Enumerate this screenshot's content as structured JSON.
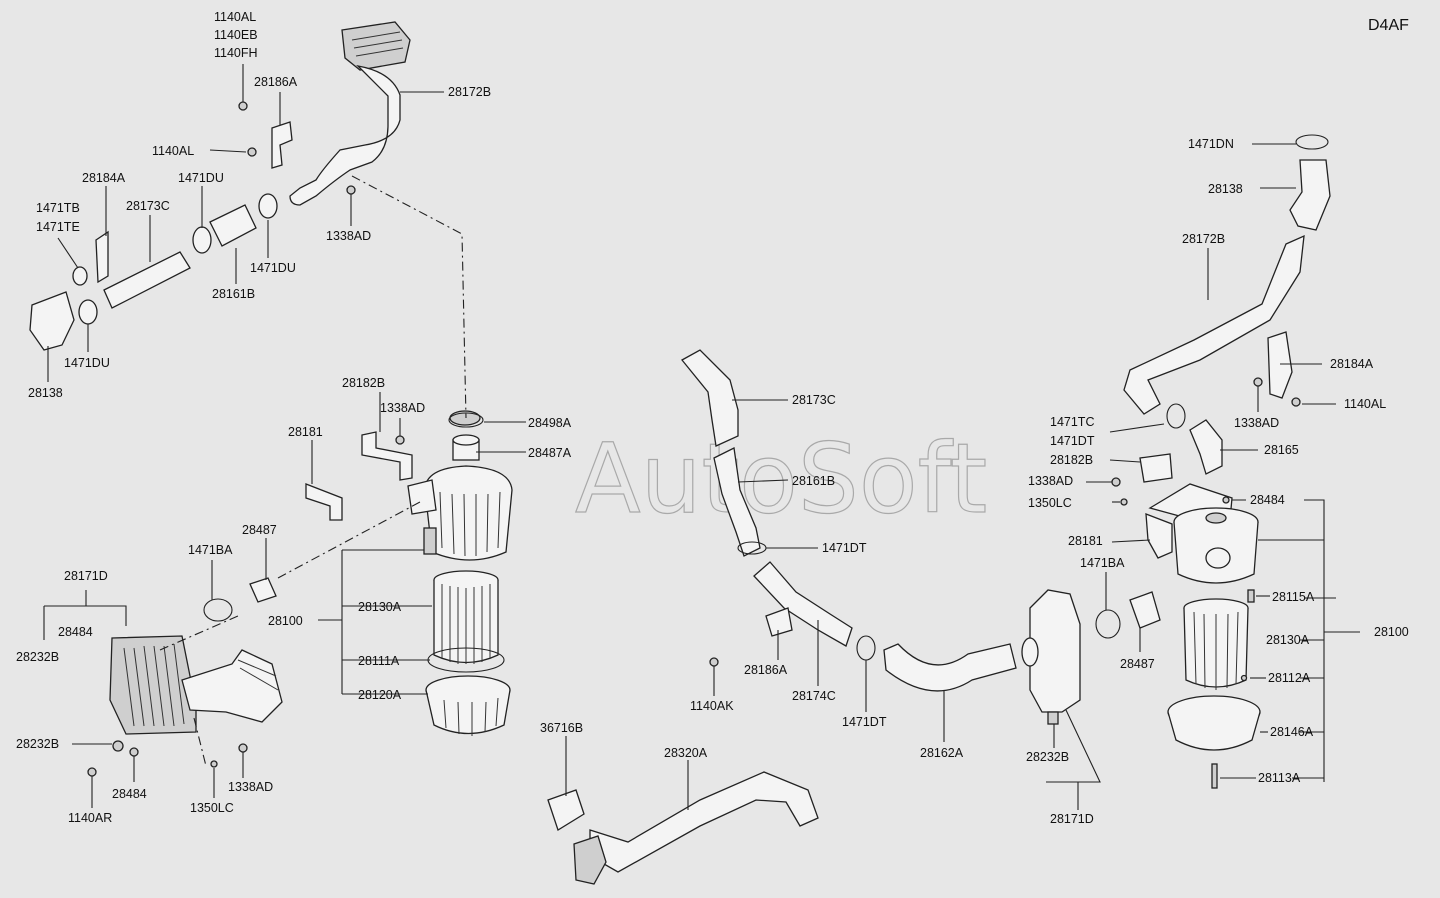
{
  "diagram": {
    "code": "D4AF",
    "watermark": "AutoSoft",
    "labels": {
      "p1140AL_a": "1140AL",
      "p1140EB": "1140EB",
      "p1140FH": "1140FH",
      "p28186A_a": "28186A",
      "p28172B_a": "28172B",
      "p1140AL_b": "1140AL",
      "p28184A_a": "28184A",
      "p1471DU_a": "1471DU",
      "p1471TB": "1471TB",
      "p1471TE": "1471TE",
      "p28173C_a": "28173C",
      "p1338AD_a": "1338AD",
      "p1471DU_b": "1471DU",
      "p28161B_a": "28161B",
      "p1471DU_c": "1471DU",
      "p28138_a": "28138",
      "p28182B_a": "28182B",
      "p1338AD_b": "1338AD",
      "p28498A": "28498A",
      "p28181_a": "28181",
      "p28487A": "28487A",
      "p28487_a": "28487",
      "p1471BA_a": "1471BA",
      "p28171D_a": "28171D",
      "p28484_a": "28484",
      "p28232B_a": "28232B",
      "p28100_a": "28100",
      "p28130A_a": "28130A",
      "p28111A": "28111A",
      "p28120A": "28120A",
      "p28232B_b": "28232B",
      "p28484_b": "28484",
      "p1338AD_c": "1338AD",
      "p1350LC_a": "1350LC",
      "p1140AR": "1140AR",
      "p28173C_b": "28173C",
      "p28161B_b": "28161B",
      "p1471DT_a": "1471DT",
      "p28186A_b": "28186A",
      "p28174C": "28174C",
      "p1140AK": "1140AK",
      "p1471DT_b": "1471DT",
      "p28162A": "28162A",
      "p36716B": "36716B",
      "p28320A": "28320A",
      "p1471DN": "1471DN",
      "p28138_b": "28138",
      "p28172B_b": "28172B",
      "p28184A_b": "28184A",
      "p1140AL_c": "1140AL",
      "p1338AD_d": "1338AD",
      "p1471TC": "1471TC",
      "p1471DT_c": "1471DT",
      "p28165": "28165",
      "p28182B_b": "28182B",
      "p1338AD_e": "1338AD",
      "p1350LC_b": "1350LC",
      "p28484_c": "28484",
      "p28181_b": "28181",
      "p1471BA_b": "1471BA",
      "p28115A": "28115A",
      "p28100_b": "28100",
      "p28130A_b": "28130A",
      "p28487_b": "28487",
      "p28112A": "28112A",
      "p28146A": "28146A",
      "p28232B_c": "28232B",
      "p28113A": "28113A",
      "p28171D_b": "28171D"
    }
  }
}
